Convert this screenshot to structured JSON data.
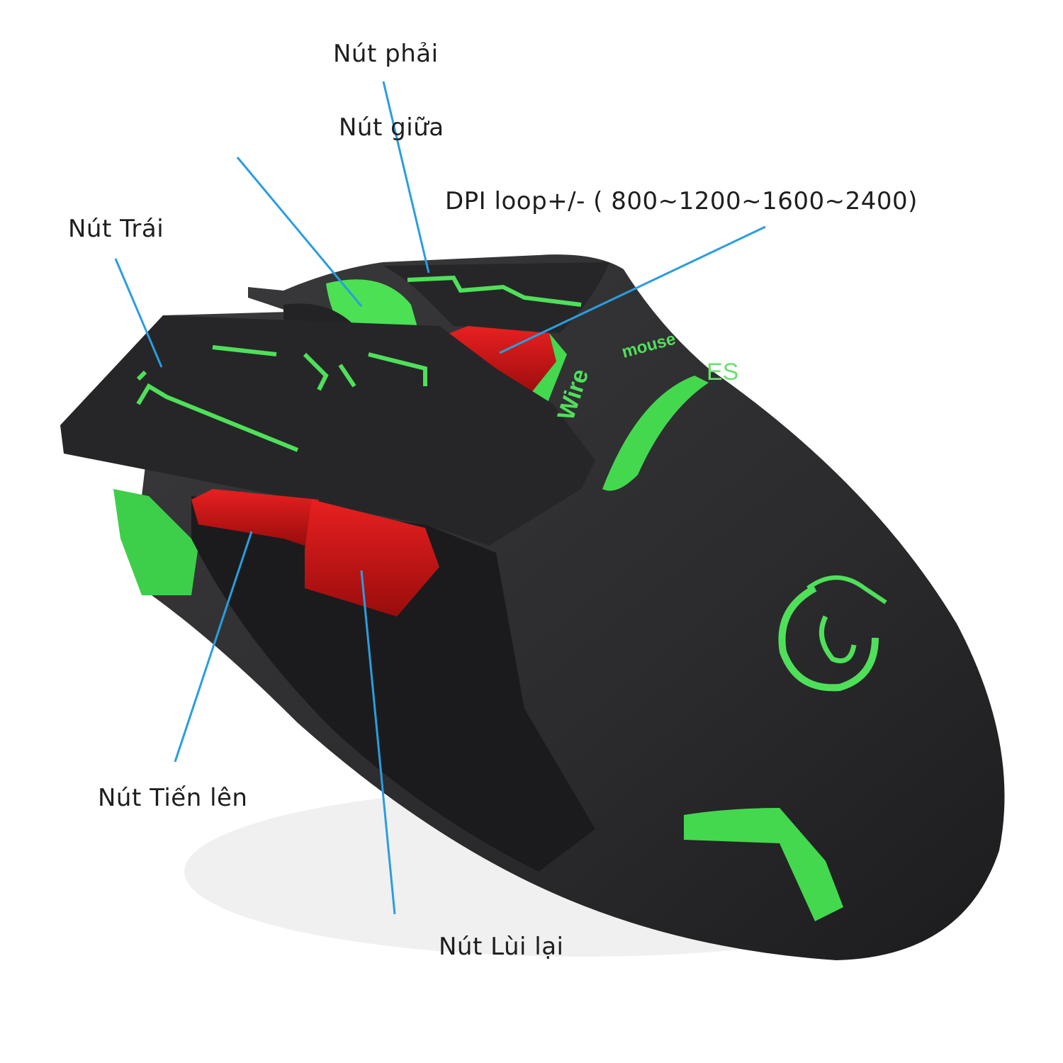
{
  "labels": {
    "right_button": "Nút phải",
    "middle_button": "Nút giữa",
    "dpi": "DPI loop+/- ( 800~1200~1600~2400)",
    "left_button": "Nút Trái",
    "forward_button": "Nút Tiến lên",
    "back_button": "Nút Lùi lại"
  },
  "product_text": {
    "wire": "Wire",
    "mouse": "mouse",
    "es": "ES"
  },
  "colors": {
    "leader_line": "#2a9de0",
    "body": "#2a2a2c",
    "glow": "#4fe05a",
    "button_red": "#c81414"
  }
}
